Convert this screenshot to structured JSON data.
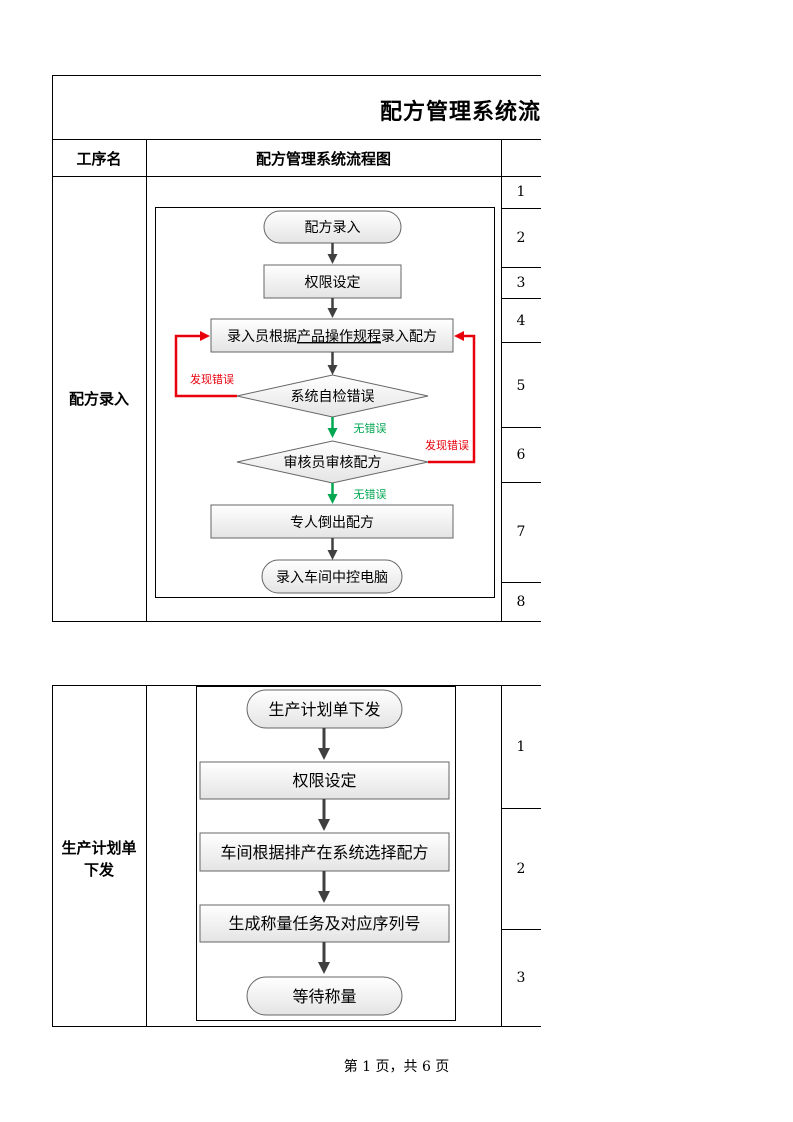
{
  "title": "配方管理系统流程图",
  "header": {
    "col_process": "工序名",
    "col_flow": "配方管理系统流程图"
  },
  "section1": {
    "process_name": "配方录入",
    "steps": [
      "配方录入",
      "权限设定",
      "录入员根据",
      "产品操作规程",
      "录入配方",
      "系统自检错误",
      "审核员审核配方",
      "专人倒出配方",
      "录入车间中控电脑"
    ],
    "labels": {
      "found_error": "发现错误",
      "no_error": "无错误"
    },
    "row_numbers": [
      "1",
      "2",
      "3",
      "4",
      "5",
      "6",
      "7",
      "8"
    ]
  },
  "section2": {
    "process_name_line1": "生产计划单",
    "process_name_line2": "下发",
    "steps": [
      "生产计划单下发",
      "权限设定",
      "车间根据排产在系统选择配方",
      "生成称量任务及对应序列号",
      "等待称量"
    ],
    "row_numbers": [
      "1",
      "2",
      "3"
    ]
  },
  "footer": "第 1 页，共 6 页",
  "colors": {
    "error_arrow": "#e8000b",
    "ok_arrow": "#00a650",
    "arrow": "#404040",
    "box_fill": "#efefef"
  }
}
